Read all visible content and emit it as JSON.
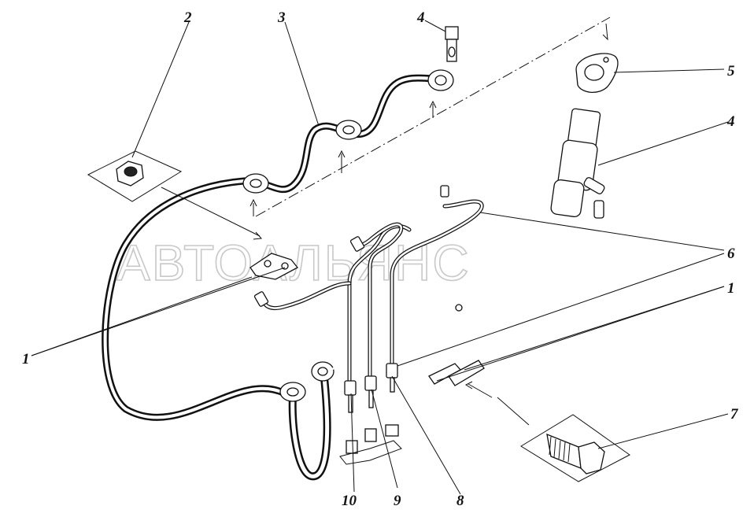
{
  "watermark": "АВТОАЛЬЯНС",
  "callouts": {
    "c1_left": "1",
    "c1_right": "1",
    "c2": "2",
    "c3": "3",
    "c4_top": "4",
    "c4_right": "4",
    "c5": "5",
    "c6": "6",
    "c7": "7",
    "c8": "8",
    "c9": "9",
    "c10": "10"
  }
}
